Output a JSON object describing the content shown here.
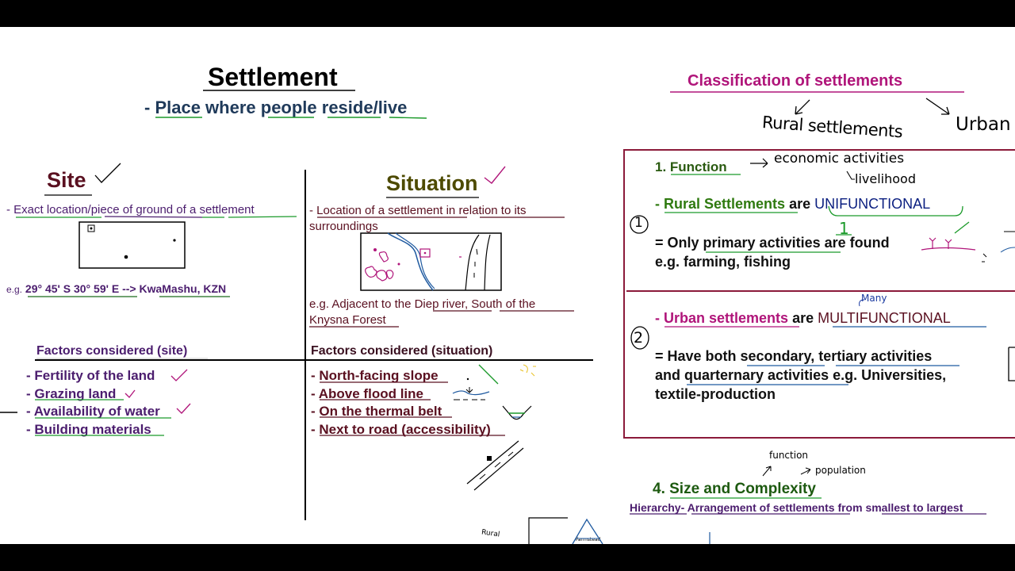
{
  "title": "Settlement",
  "definition": {
    "prefix": "- ",
    "text": "Place where people reside/live"
  },
  "site": {
    "heading": "Site",
    "definition": "- Exact location/piece of ground of a settlement",
    "example_prefix": "e.g.",
    "example_coords": "29° 45' S 30° 59' E",
    "example_arrow": "-->",
    "example_place": "KwaMashu, KZN",
    "factors_heading": "Factors considered (site)",
    "factors": [
      "- Fertility of the land",
      "- Grazing land",
      "- Availability of water",
      "- Building materials"
    ]
  },
  "situation": {
    "heading": "Situation",
    "definition_line1": "- Location of a settlement in relation to its",
    "definition_line2": "surroundings",
    "example_line1": "e.g. Adjacent to the Diep river, South of the",
    "example_line2": "Knysna Forest",
    "factors_heading": "Factors considered (situation)",
    "factors": [
      "- North-facing slope",
      "- Above flood line",
      "- On the thermal belt",
      "- Next to road (accessibility)"
    ]
  },
  "classification": {
    "heading": "Classification of settlements",
    "hand_rural": "Rural settlements",
    "hand_urban": "Urban",
    "function_heading": "1. Function",
    "hand_economic": "economic activities",
    "hand_livelihood": "livelihood",
    "rural_label": "- Rural Settlements",
    "rural_are": "are",
    "rural_type": "UNIFUNCTIONAL",
    "hand_one": "1",
    "hand_circle_1": "1",
    "rural_desc_1": "= Only primary activities are found",
    "rural_desc_2": "e.g. farming, fishing",
    "hand_many": "Many",
    "hand_circle_2": "2",
    "urban_label": "- Urban settlements",
    "urban_are": "are",
    "urban_type": "MULTIFUNCTIONAL",
    "urban_desc_1": "= Have both secondary, tertiary activities",
    "urban_desc_2": "and quarternary activities e.g. Universities,",
    "urban_desc_3": "textile-production",
    "hand_function": "function",
    "hand_population": "population",
    "size_heading": "4. Size and Complexity",
    "hierarchy": "Hierarchy- Arrangement of settlements from smallest to largest",
    "hand_rural_small": "Rural",
    "hand_farmstead": "Farmstead"
  },
  "colors": {
    "site_heading": "#5a1020",
    "situation_heading": "#4d4a00",
    "purple_text": "#4b1d6e",
    "maroon_text": "#5a1020",
    "navy_text": "#1f3a5a",
    "classification_heading": "#b0157a",
    "box_border": "#8b1a3a",
    "green_underline": "#1b9a2a"
  }
}
